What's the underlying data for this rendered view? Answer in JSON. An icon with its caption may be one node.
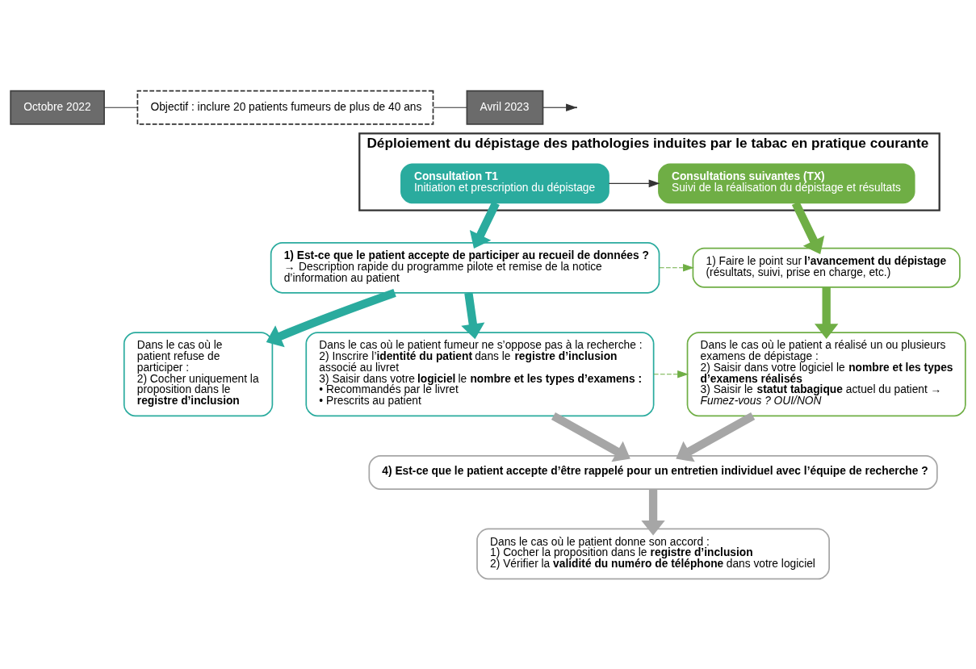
{
  "diagram": {
    "nodes": [
      {
        "text": [
          "Octobre 2022"
        ]
      },
      {
        "text": [
          "Objectif : inclure 20 patients fumeurs de plus de 40 ans"
        ]
      },
      {
        "text": [
          "Avril 2023"
        ]
      },
      {
        "text": [
          "Déploiement du dépistage des pathologies induites par le tabac en pratique courante"
        ]
      },
      {
        "text": [
          "Consultation T1",
          "Initiation et prescription du dépistage"
        ],
        "in": 3
      },
      {
        "text": [
          "Consultations suivantes (TX)",
          "Suivi de la réalisation du dépistage et résultats"
        ],
        "in": 3
      },
      {
        "text": [
          "**1) Est-ce que le patient accepte de participer au recueil de données ? →** Description rapide du programme pilote et remise de la notice d’information au patient"
        ]
      },
      {
        "text": [
          "1) Faire le point sur **l’avancement du dépistage** (résultats, suivi, prise en charge, etc.)"
        ]
      },
      {
        "text": [
          "Dans le cas où le patient refuse de participer :",
          "2) Cocher uniquement la proposition dans le **registre d’inclusion**"
        ]
      },
      {
        "text": [
          "Dans le cas où le patient fumeur ne s’oppose pas à la recherche :",
          "2) Inscrire l’**identité du patient** dans le **registre d’inclusion** associé au livret",
          "3) Saisir dans votre **logiciel** le **nombre et les types d’examens :**",
          "• Recommandés par le livret",
          "• Prescrits au patient"
        ]
      },
      {
        "text": [
          "Dans le cas où le patient a réalisé un ou plusieurs examens de dépistage :",
          "2) Saisir dans votre logiciel le **nombre et les types d’examens réalisés**",
          "3) Saisir le **statut tabagique** actuel du patient → *Fumez-vous ? OUI/NON*"
        ]
      },
      {
        "text": [
          "4) Est-ce que le patient accepte d’être rappelé pour un entretien individuel avec l’équipe de recherche ?"
        ]
      },
      {
        "text": [
          "Dans le cas où le patient donne son accord :",
          "1) Cocher la proposition dans le **registre d’inclusion**",
          "2) Vérifier la **validité du numéro de téléphone** dans votre logiciel"
        ]
      }
    ],
    "edges": [
      {
        "from": 0,
        "to": 1,
        "arrow": "none"
      },
      {
        "from": 1,
        "to": 2,
        "arrow": "none"
      },
      {
        "from": 2,
        "to": null,
        "arrow": "to"
      },
      {
        "from": 4,
        "to": 5,
        "arrow": "to"
      },
      {
        "from": 4,
        "to": 6,
        "arrow": "to",
        "color": "#2aab9e"
      },
      {
        "from": 5,
        "to": 7,
        "arrow": "to",
        "color": "#6fae45"
      },
      {
        "from": 6,
        "to": 7,
        "arrow": "to",
        "style": "dashed",
        "color": "#6fae45"
      },
      {
        "from": 6,
        "to": 8,
        "arrow": "to",
        "color": "#2aab9e"
      },
      {
        "from": 6,
        "to": 9,
        "arrow": "to",
        "color": "#2aab9e"
      },
      {
        "from": 7,
        "to": 10,
        "arrow": "to",
        "color": "#6fae45"
      },
      {
        "from": 9,
        "to": 10,
        "arrow": "to",
        "style": "dashed",
        "color": "#6fae45"
      },
      {
        "from": 9,
        "to": 11,
        "arrow": "to",
        "color": "#a6a6a6"
      },
      {
        "from": 10,
        "to": 11,
        "arrow": "to",
        "color": "#a6a6a6"
      },
      {
        "from": 11,
        "to": 12,
        "arrow": "to",
        "color": "#a6a6a6"
      }
    ]
  }
}
